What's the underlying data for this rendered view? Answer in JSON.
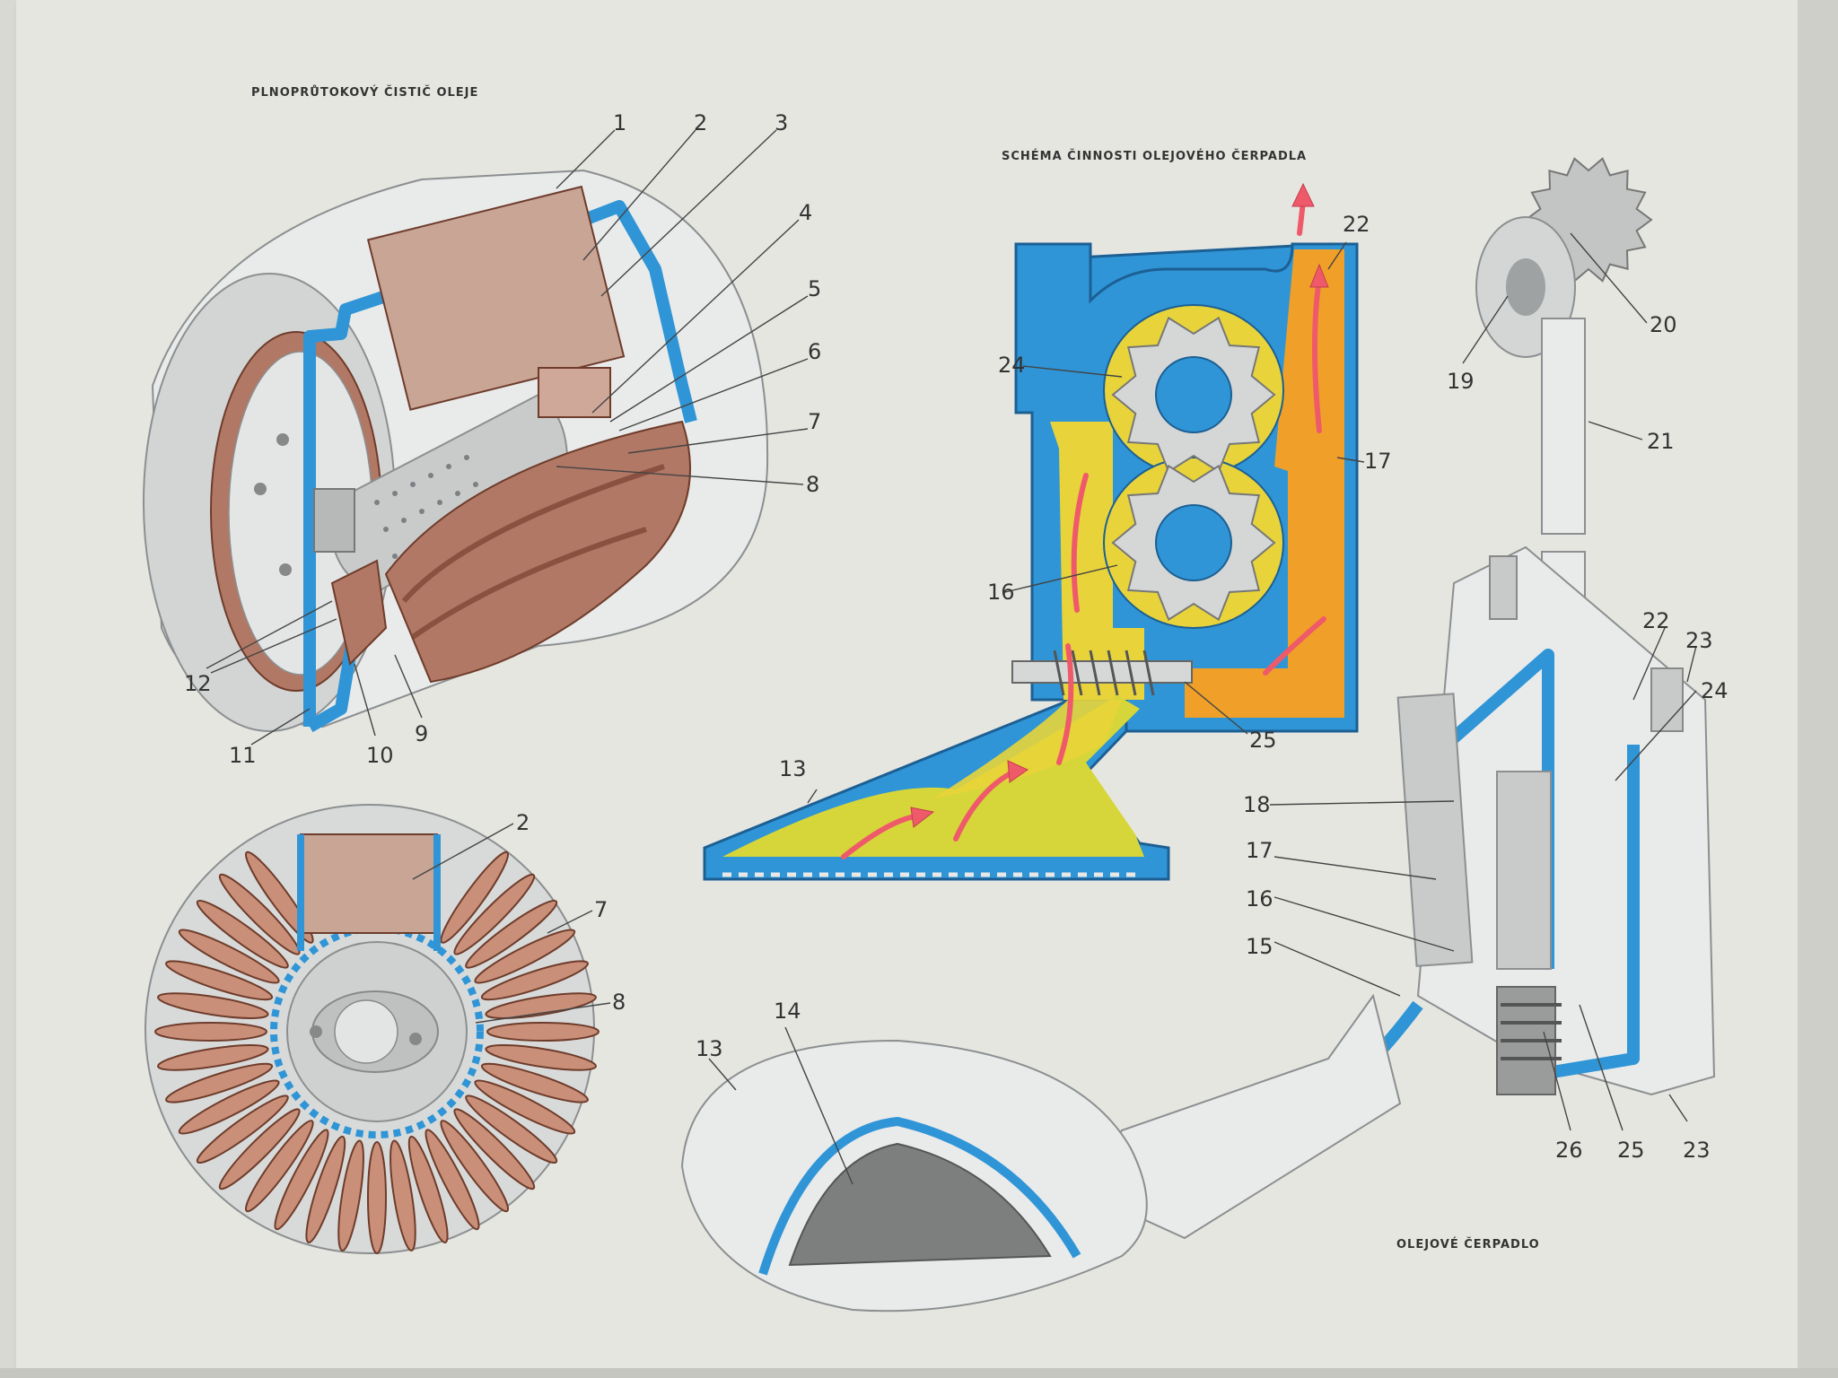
{
  "captions": {
    "filter_title": "PLNOPRŮTOKOVÝ ČISTIČ OLEJE",
    "scheme_title": "SCHÉMA ČINNOSTI OLEJOVÉHO ČERPADLA",
    "pump_title": "OLEJOVÉ ČERPADLO"
  },
  "colors": {
    "housing_blue": "#2f95d6",
    "filter_brown": "#b17865",
    "oil_yellow": "#e8d43a",
    "oil_orange": "#f0a028",
    "flow_arrow": "#ef5a6a",
    "metal_grey": "#c9cbcb"
  },
  "filter_callouts": [
    "1",
    "2",
    "3",
    "4",
    "5",
    "6",
    "7",
    "8",
    "9",
    "10",
    "11",
    "12"
  ],
  "filter_section_callouts": [
    "2",
    "7",
    "8"
  ],
  "scheme_callouts": [
    "22",
    "24",
    "17",
    "16",
    "25",
    "13"
  ],
  "pump_callouts": [
    "20",
    "19",
    "21",
    "22",
    "23",
    "24",
    "18",
    "17",
    "16",
    "15",
    "14",
    "13",
    "26",
    "25",
    "23"
  ]
}
